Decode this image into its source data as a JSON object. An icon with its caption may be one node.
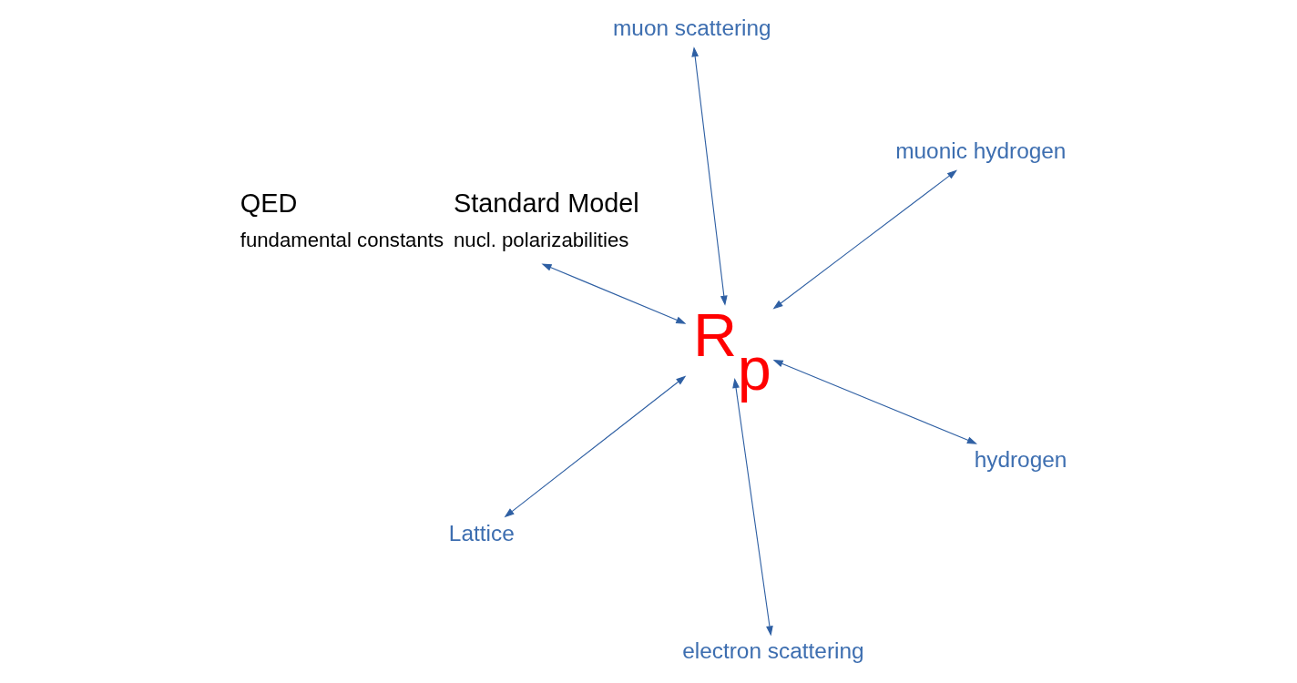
{
  "diagram": {
    "nodes": [
      {
        "text": [
          "QED",
          "Standard Model",
          "fundamental constants",
          "nucl. polarizabilities"
        ]
      },
      {
        "text": [
          "hydrogen"
        ]
      },
      {
        "text": [
          "electron scattering"
        ]
      },
      {
        "text": [
          "R$_{p}$"
        ]
      },
      {
        "text": [
          "muonic hydrogen"
        ]
      },
      {
        "text": [
          "muon scattering"
        ]
      },
      {
        "text": [
          "Lattice"
        ]
      }
    ],
    "edges": [
      {
        "from": 3,
        "to": 0,
        "arrow": "both"
      },
      {
        "from": 3,
        "to": 1,
        "arrow": "both"
      },
      {
        "from": 3,
        "to": 4,
        "arrow": "both"
      },
      {
        "from": 3,
        "to": 6,
        "arrow": "both"
      },
      {
        "from": 3,
        "to": 5,
        "arrow": "both"
      },
      {
        "from": 3,
        "to": 2,
        "arrow": "both"
      }
    ]
  }
}
